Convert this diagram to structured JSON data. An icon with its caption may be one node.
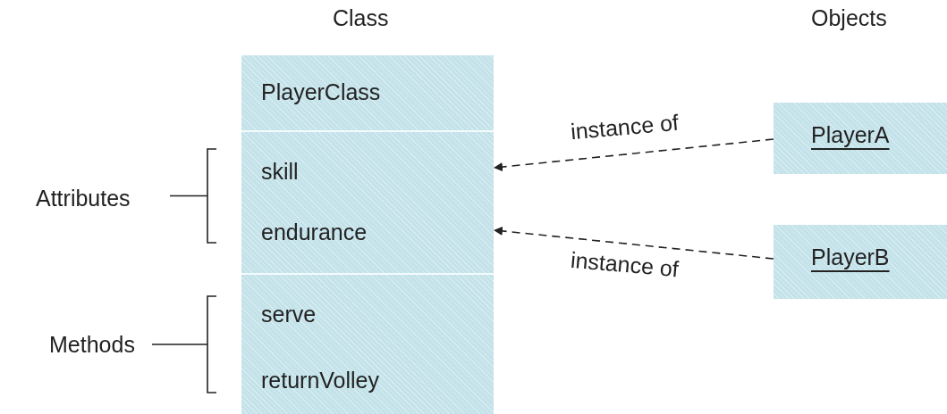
{
  "diagram": {
    "nodes": [
      {
        "text": [],
        "shape": "box"
      },
      {
        "text": [
          "PlayerClass"
        ],
        "in": 0
      },
      {
        "text": [
          "skill",
          "endurance"
        ],
        "in": 0
      },
      {
        "text": [
          "serve",
          "returnVolley"
        ],
        "in": 0
      },
      {
        "text": [
          "PlayerA"
        ]
      },
      {
        "text": [
          "PlayerB"
        ]
      }
    ],
    "edges": [
      {
        "from": 4,
        "to": 2,
        "arrow": "to",
        "label": "instance of",
        "style": "dashed"
      },
      {
        "from": 5,
        "to": 2,
        "arrow": "to",
        "label": "instance of",
        "style": "dashed"
      }
    ],
    "labels": [
      "Class",
      "Objects",
      "Attributes",
      "Methods"
    ]
  }
}
